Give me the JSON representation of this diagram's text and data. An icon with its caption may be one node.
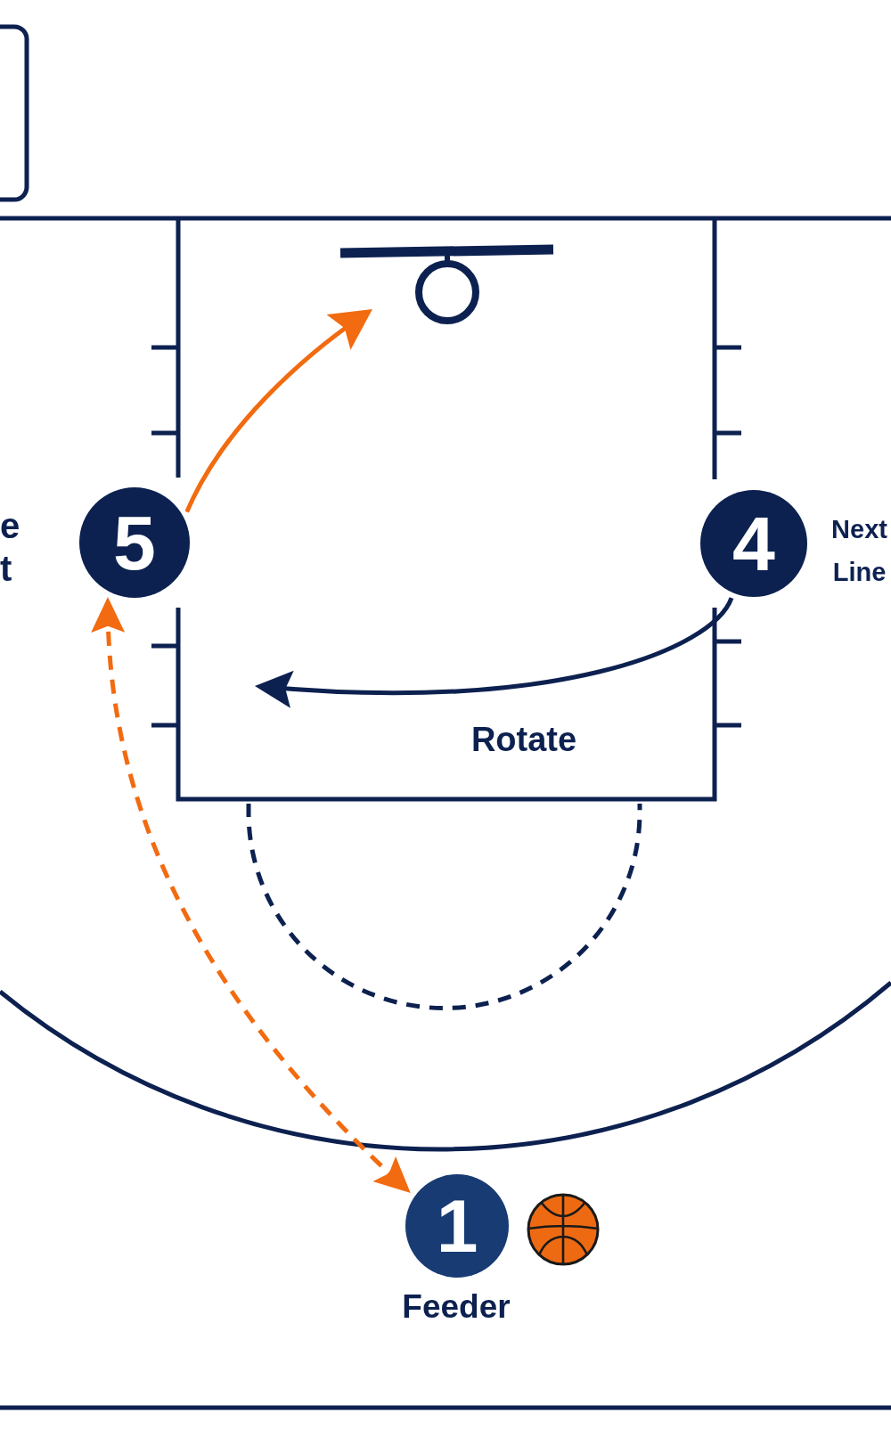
{
  "diagram": {
    "nodes": [
      {
        "text": [
          "5"
        ],
        "beside": [
          "e t"
        ]
      },
      {
        "text": [
          "4"
        ],
        "beside": [
          "Next Line"
        ]
      },
      {
        "text": [
          "1"
        ],
        "beside": [
          "Feeder"
        ]
      }
    ],
    "edges": [
      {
        "from": 0,
        "to": null,
        "arrow": "to"
      },
      {
        "from": 1,
        "to": null,
        "arrow": "to",
        "label": "Rotate",
        "color": "#0d2150"
      },
      {
        "from": 0,
        "to": 2,
        "arrow": "both",
        "style": "dashed"
      }
    ]
  }
}
